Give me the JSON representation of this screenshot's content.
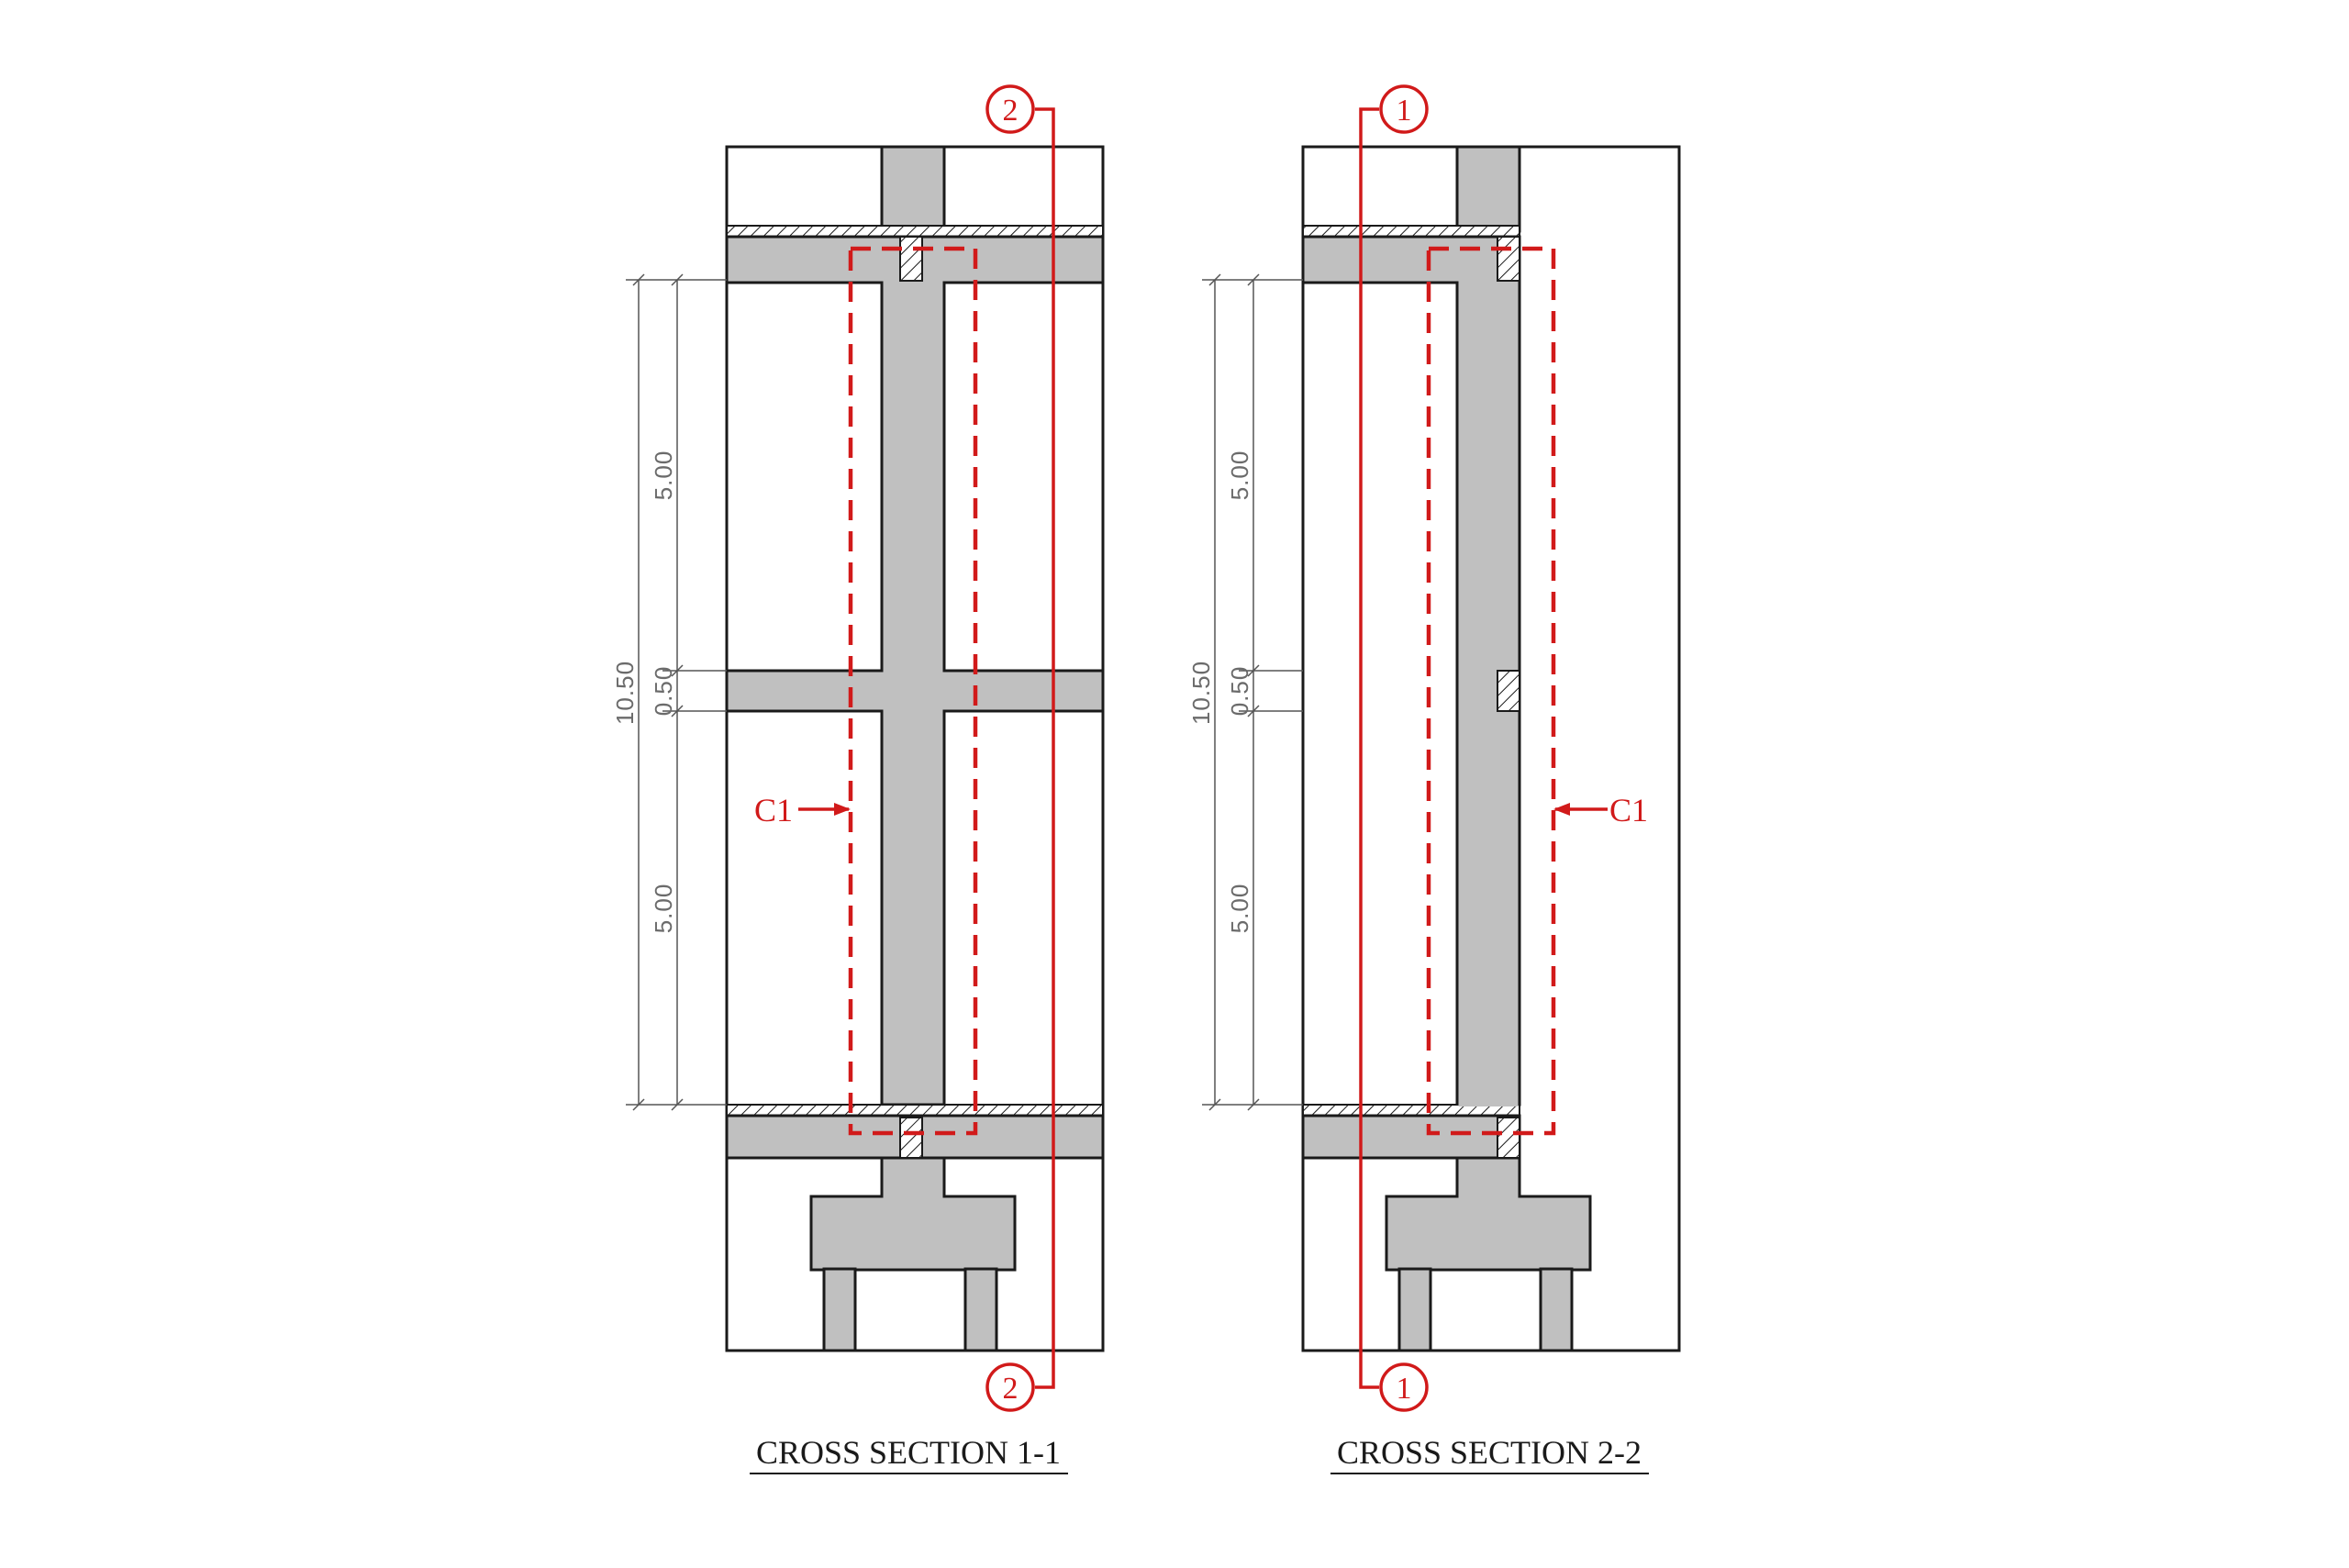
{
  "section_1": {
    "title": "CROSS SECTION 1-1",
    "cut_marker": "2",
    "callout": "C1",
    "dim_total": "10.50",
    "dim_upper": "5.00",
    "dim_mid": "0.50",
    "dim_lower": "5.00"
  },
  "section_2": {
    "title": "CROSS SECTION 2-2",
    "cut_marker": "1",
    "callout": "C1",
    "dim_total": "10.50",
    "dim_upper": "5.00",
    "dim_mid": "0.50",
    "dim_lower": "5.00"
  },
  "colors": {
    "concrete": "#c0c0c0",
    "markup_red": "#d11a1a",
    "line": "#1a1a1a",
    "dimension": "#6b6b6b"
  }
}
